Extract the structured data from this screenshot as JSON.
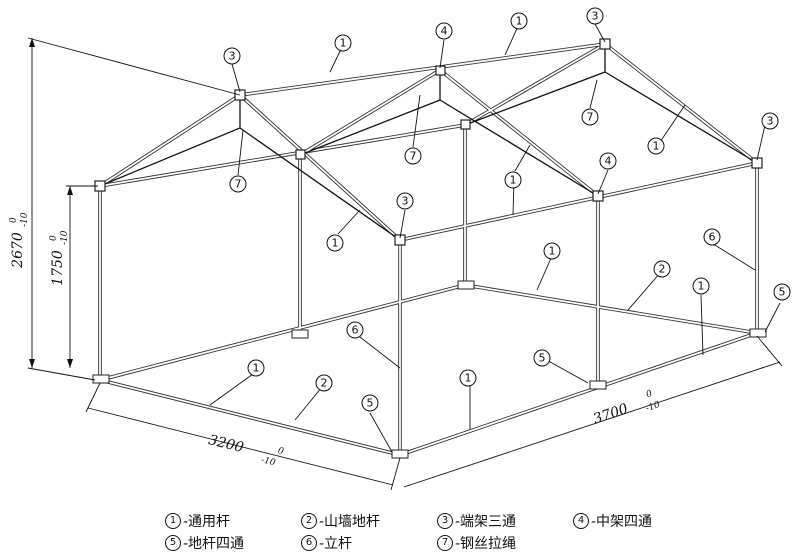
{
  "dimensions": {
    "total_height": {
      "value": "2670",
      "tol_upper": "0",
      "tol_lower": "-10"
    },
    "wall_height": {
      "value": "1750",
      "tol_upper": "0",
      "tol_lower": "-10"
    },
    "width": {
      "value": "3200",
      "tol_upper": "0",
      "tol_lower": "-10"
    },
    "length": {
      "value": "3700",
      "tol_upper": "0",
      "tol_lower": "-10"
    }
  },
  "callouts": [
    "1",
    "2",
    "3",
    "4",
    "5",
    "6",
    "7"
  ],
  "legend": [
    {
      "num": "1",
      "label": "-通用杆"
    },
    {
      "num": "2",
      "label": "-山墙地杆"
    },
    {
      "num": "3",
      "label": "-端架三通"
    },
    {
      "num": "4",
      "label": "-中架四通"
    },
    {
      "num": "5",
      "label": "-地杆四通"
    },
    {
      "num": "6",
      "label": "-立杆"
    },
    {
      "num": "7",
      "label": "-钢丝拉绳"
    }
  ]
}
